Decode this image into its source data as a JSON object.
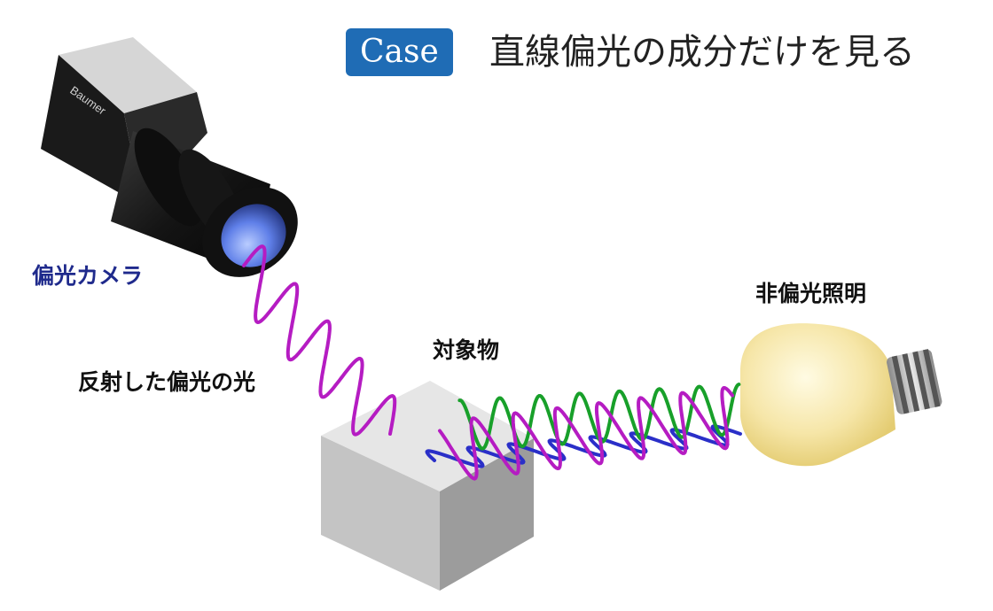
{
  "header": {
    "badge": "Case",
    "title": "直線偏光の成分だけを見る"
  },
  "labels": {
    "camera": "偏光カメラ",
    "reflected": "反射した偏光の光",
    "object": "対象物",
    "light": "非偏光照明"
  },
  "camera_brand": "Baumer",
  "colors": {
    "badge": "#1f6cb5",
    "camera_label": "#1f2a8c",
    "wave_magenta": "#b51cc2",
    "wave_green": "#18a02a",
    "wave_blue": "#2a2fc8"
  }
}
